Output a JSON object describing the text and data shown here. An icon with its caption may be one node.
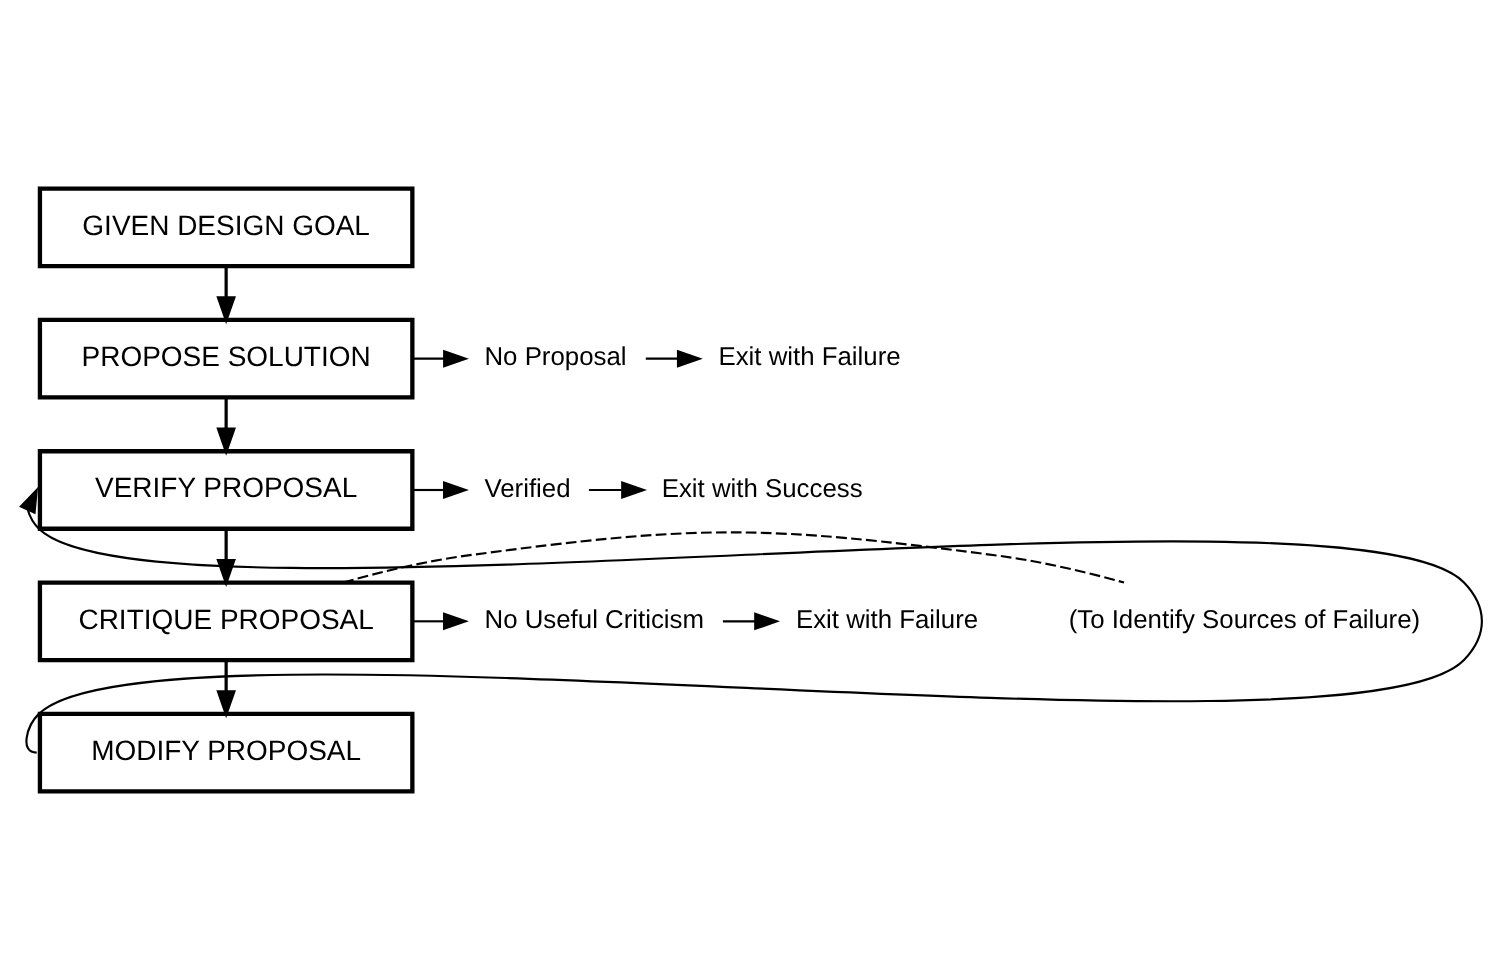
{
  "diagram": {
    "nodes": [
      {
        "text": [
          "GIVEN DESIGN GOAL"
        ]
      },
      {
        "text": [
          "PROPOSE SOLUTION"
        ]
      },
      {
        "text": [
          "VERIFY PROPOSAL"
        ]
      },
      {
        "text": [
          "CRITIQUE PROPOSAL"
        ]
      },
      {
        "text": [
          "MODIFY PROPOSAL"
        ]
      },
      {
        "text": [
          "No Proposal"
        ]
      },
      {
        "text": [
          "Exit with Failure"
        ]
      },
      {
        "text": [
          "Verified"
        ]
      },
      {
        "text": [
          "Exit with Success"
        ]
      },
      {
        "text": [
          "(To Identify Sources of Failure)"
        ]
      },
      {
        "text": [
          "No Useful Criticism"
        ]
      },
      {
        "text": [
          "Exit with Failure"
        ]
      }
    ],
    "edges": [
      {
        "from": 0,
        "to": 1,
        "arrow": "to"
      },
      {
        "from": 1,
        "to": 2,
        "arrow": "to"
      },
      {
        "from": 2,
        "to": 3,
        "arrow": "to"
      },
      {
        "from": 3,
        "to": 4,
        "arrow": "to"
      },
      {
        "from": 4,
        "to": 2,
        "arrow": "to"
      },
      {
        "from": 1,
        "to": 5,
        "arrow": "to"
      },
      {
        "from": 5,
        "to": 6,
        "arrow": "to"
      },
      {
        "from": 2,
        "to": 7,
        "arrow": "to"
      },
      {
        "from": 7,
        "to": 8,
        "arrow": "to"
      },
      {
        "from": 3,
        "to": 9,
        "arrow": "none",
        "style": "dashed"
      },
      {
        "from": 3,
        "to": 10,
        "arrow": "to"
      },
      {
        "from": 10,
        "to": 11,
        "arrow": "to"
      }
    ]
  }
}
